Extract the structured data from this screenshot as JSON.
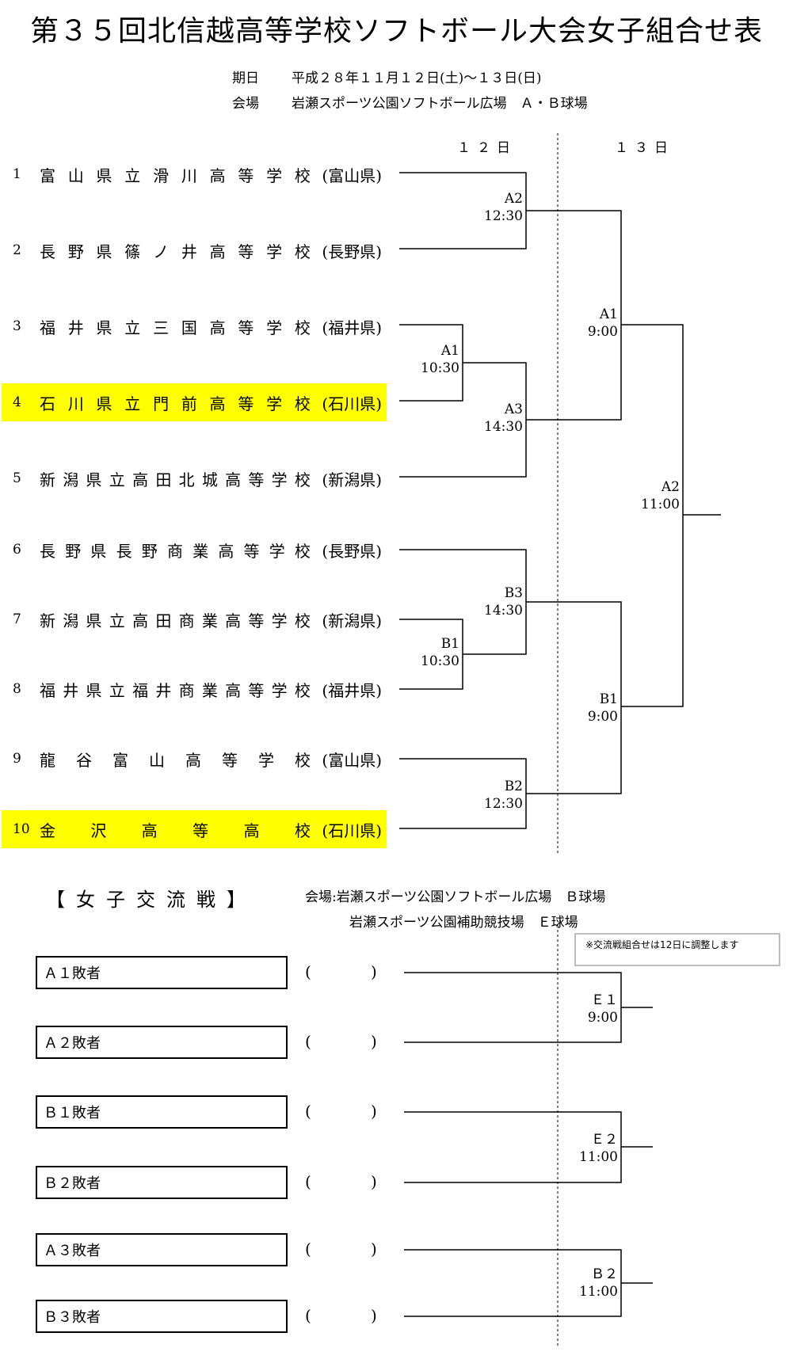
{
  "title": "第３５回北信越高等学校ソフトボール大会女子組合せ表",
  "info": {
    "date_label": "期日",
    "date_value": "平成２８年１１月１２日(土)～１３日(日)",
    "venue_label": "会場",
    "venue_value": "岩瀬スポーツ公園ソフトボール広場　Ａ・Ｂ球場"
  },
  "days": {
    "day1": "１２日",
    "day2": "１３日"
  },
  "teams": [
    {
      "num": "1",
      "chars": [
        "富",
        "山",
        "県",
        "立",
        "滑",
        "川",
        "高",
        "等",
        "学",
        "校"
      ],
      "pref": "(富山県)",
      "highlight": false
    },
    {
      "num": "2",
      "chars": [
        "長",
        "野",
        "県",
        "篠",
        "ノ",
        "井",
        "高",
        "等",
        "学",
        "校"
      ],
      "pref": "(長野県)",
      "highlight": false
    },
    {
      "num": "3",
      "chars": [
        "福",
        "井",
        "県",
        "立",
        "三",
        "国",
        "高",
        "等",
        "学",
        "校"
      ],
      "pref": "(福井県)",
      "highlight": false
    },
    {
      "num": "4",
      "chars": [
        "石",
        "川",
        "県",
        "立",
        "門",
        "前",
        "高",
        "等",
        "学",
        "校"
      ],
      "pref": "(石川県)",
      "highlight": true
    },
    {
      "num": "5",
      "chars": [
        "新",
        "潟",
        "県",
        "立",
        "高",
        "田",
        "北",
        "城",
        "高",
        "等",
        "学",
        "校"
      ],
      "pref": "(新潟県)",
      "highlight": false
    },
    {
      "num": "6",
      "chars": [
        "長",
        "野",
        "県",
        "長",
        "野",
        "商",
        "業",
        "高",
        "等",
        "学",
        "校"
      ],
      "pref": "(長野県)",
      "highlight": false
    },
    {
      "num": "7",
      "chars": [
        "新",
        "潟",
        "県",
        "立",
        "高",
        "田",
        "商",
        "業",
        "高",
        "等",
        "学",
        "校"
      ],
      "pref": "(新潟県)",
      "highlight": false
    },
    {
      "num": "8",
      "chars": [
        "福",
        "井",
        "県",
        "立",
        "福",
        "井",
        "商",
        "業",
        "高",
        "等",
        "学",
        "校"
      ],
      "pref": "(福井県)",
      "highlight": false
    },
    {
      "num": "9",
      "chars": [
        "龍",
        "谷",
        "富",
        "山",
        "高",
        "等",
        "学",
        "校"
      ],
      "pref": "(富山県)",
      "highlight": false
    },
    {
      "num": "10",
      "chars": [
        "金",
        "沢",
        "高",
        "等",
        "高",
        "校"
      ],
      "pref": "(石川県)",
      "highlight": true
    }
  ],
  "matches": [
    {
      "id": "A2",
      "time": "12:30",
      "day": "12"
    },
    {
      "id": "A1",
      "time": "10:30",
      "day": "12"
    },
    {
      "id": "A3",
      "time": "14:30",
      "day": "12"
    },
    {
      "id": "B1",
      "time": "10:30",
      "day": "12"
    },
    {
      "id": "B3",
      "time": "14:30",
      "day": "12"
    },
    {
      "id": "B2",
      "time": "12:30",
      "day": "12"
    },
    {
      "id": "A1",
      "time": "9:00",
      "day": "13"
    },
    {
      "id": "B1",
      "time": "9:00",
      "day": "13"
    },
    {
      "id": "A2",
      "time": "11:00",
      "day": "13"
    }
  ],
  "exchange": {
    "title": "【女子交流戦】",
    "venue1": "会場:岩瀬スポーツ公園ソフトボール広場　Ｂ球場",
    "venue2": "岩瀬スポーツ公園補助競技場　Ｅ球場",
    "note": "※交流戦組合せは12日に調整します",
    "slots": [
      "Ａ１敗者",
      "Ａ２敗者",
      "Ｂ１敗者",
      "Ｂ２敗者",
      "Ａ３敗者",
      "Ｂ３敗者"
    ],
    "paren_open": "(",
    "paren_close": ")",
    "matches": [
      {
        "id": "Ｅ１",
        "time": "9:00"
      },
      {
        "id": "Ｅ２",
        "time": "11:00"
      },
      {
        "id": "Ｂ２",
        "time": "11:00"
      }
    ]
  }
}
